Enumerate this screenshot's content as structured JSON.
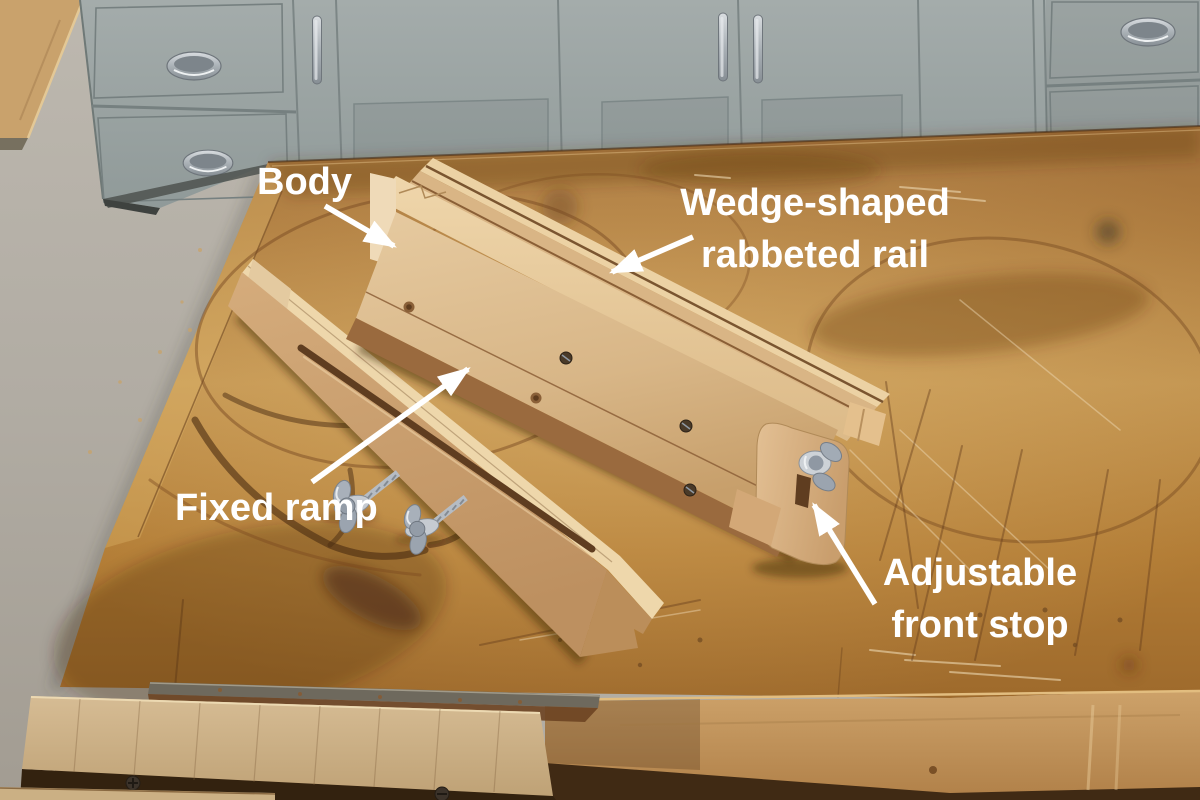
{
  "annotations": {
    "body": {
      "label": "Body"
    },
    "rabbeted_rail": {
      "line1": "Wedge-shaped",
      "line2": "rabbeted rail"
    },
    "fixed_ramp": {
      "label": "Fixed ramp"
    },
    "front_stop": {
      "line1": "Adjustable",
      "line2": "front stop"
    }
  },
  "colors": {
    "label_text": "#ffffff",
    "bench_wood": "#b5813f",
    "jig_wood": "#dcbd90",
    "cabinet_gray": "#9aa3a2",
    "floor_gray": "#b2ada4",
    "hardware_metal": "#a8b0ba"
  }
}
